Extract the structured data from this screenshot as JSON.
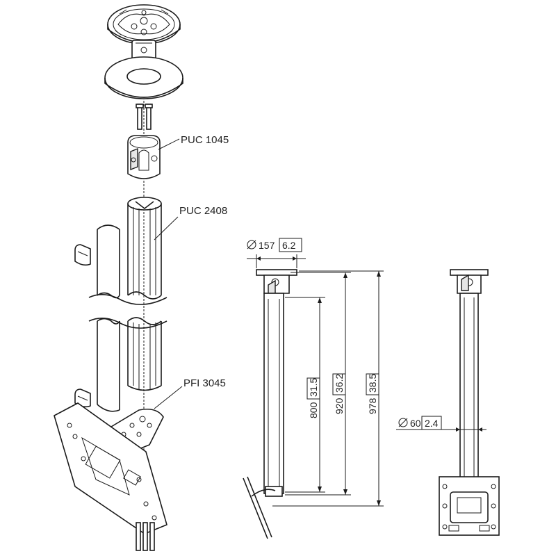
{
  "parts": {
    "puc_1045": "PUC 1045",
    "puc_2408": "PUC 2408",
    "pfi_3045": "PFI 3045"
  },
  "dimensions": {
    "plate_diameter": "157",
    "plate_diameter_in": "6.2",
    "tube_length": "800",
    "tube_length_in": "31.5",
    "inner_height": "920",
    "inner_height_in": "36.2",
    "total_height": "978",
    "total_height_in": "38.5",
    "tube_diameter": "60",
    "tube_diameter_in": "2.4"
  }
}
